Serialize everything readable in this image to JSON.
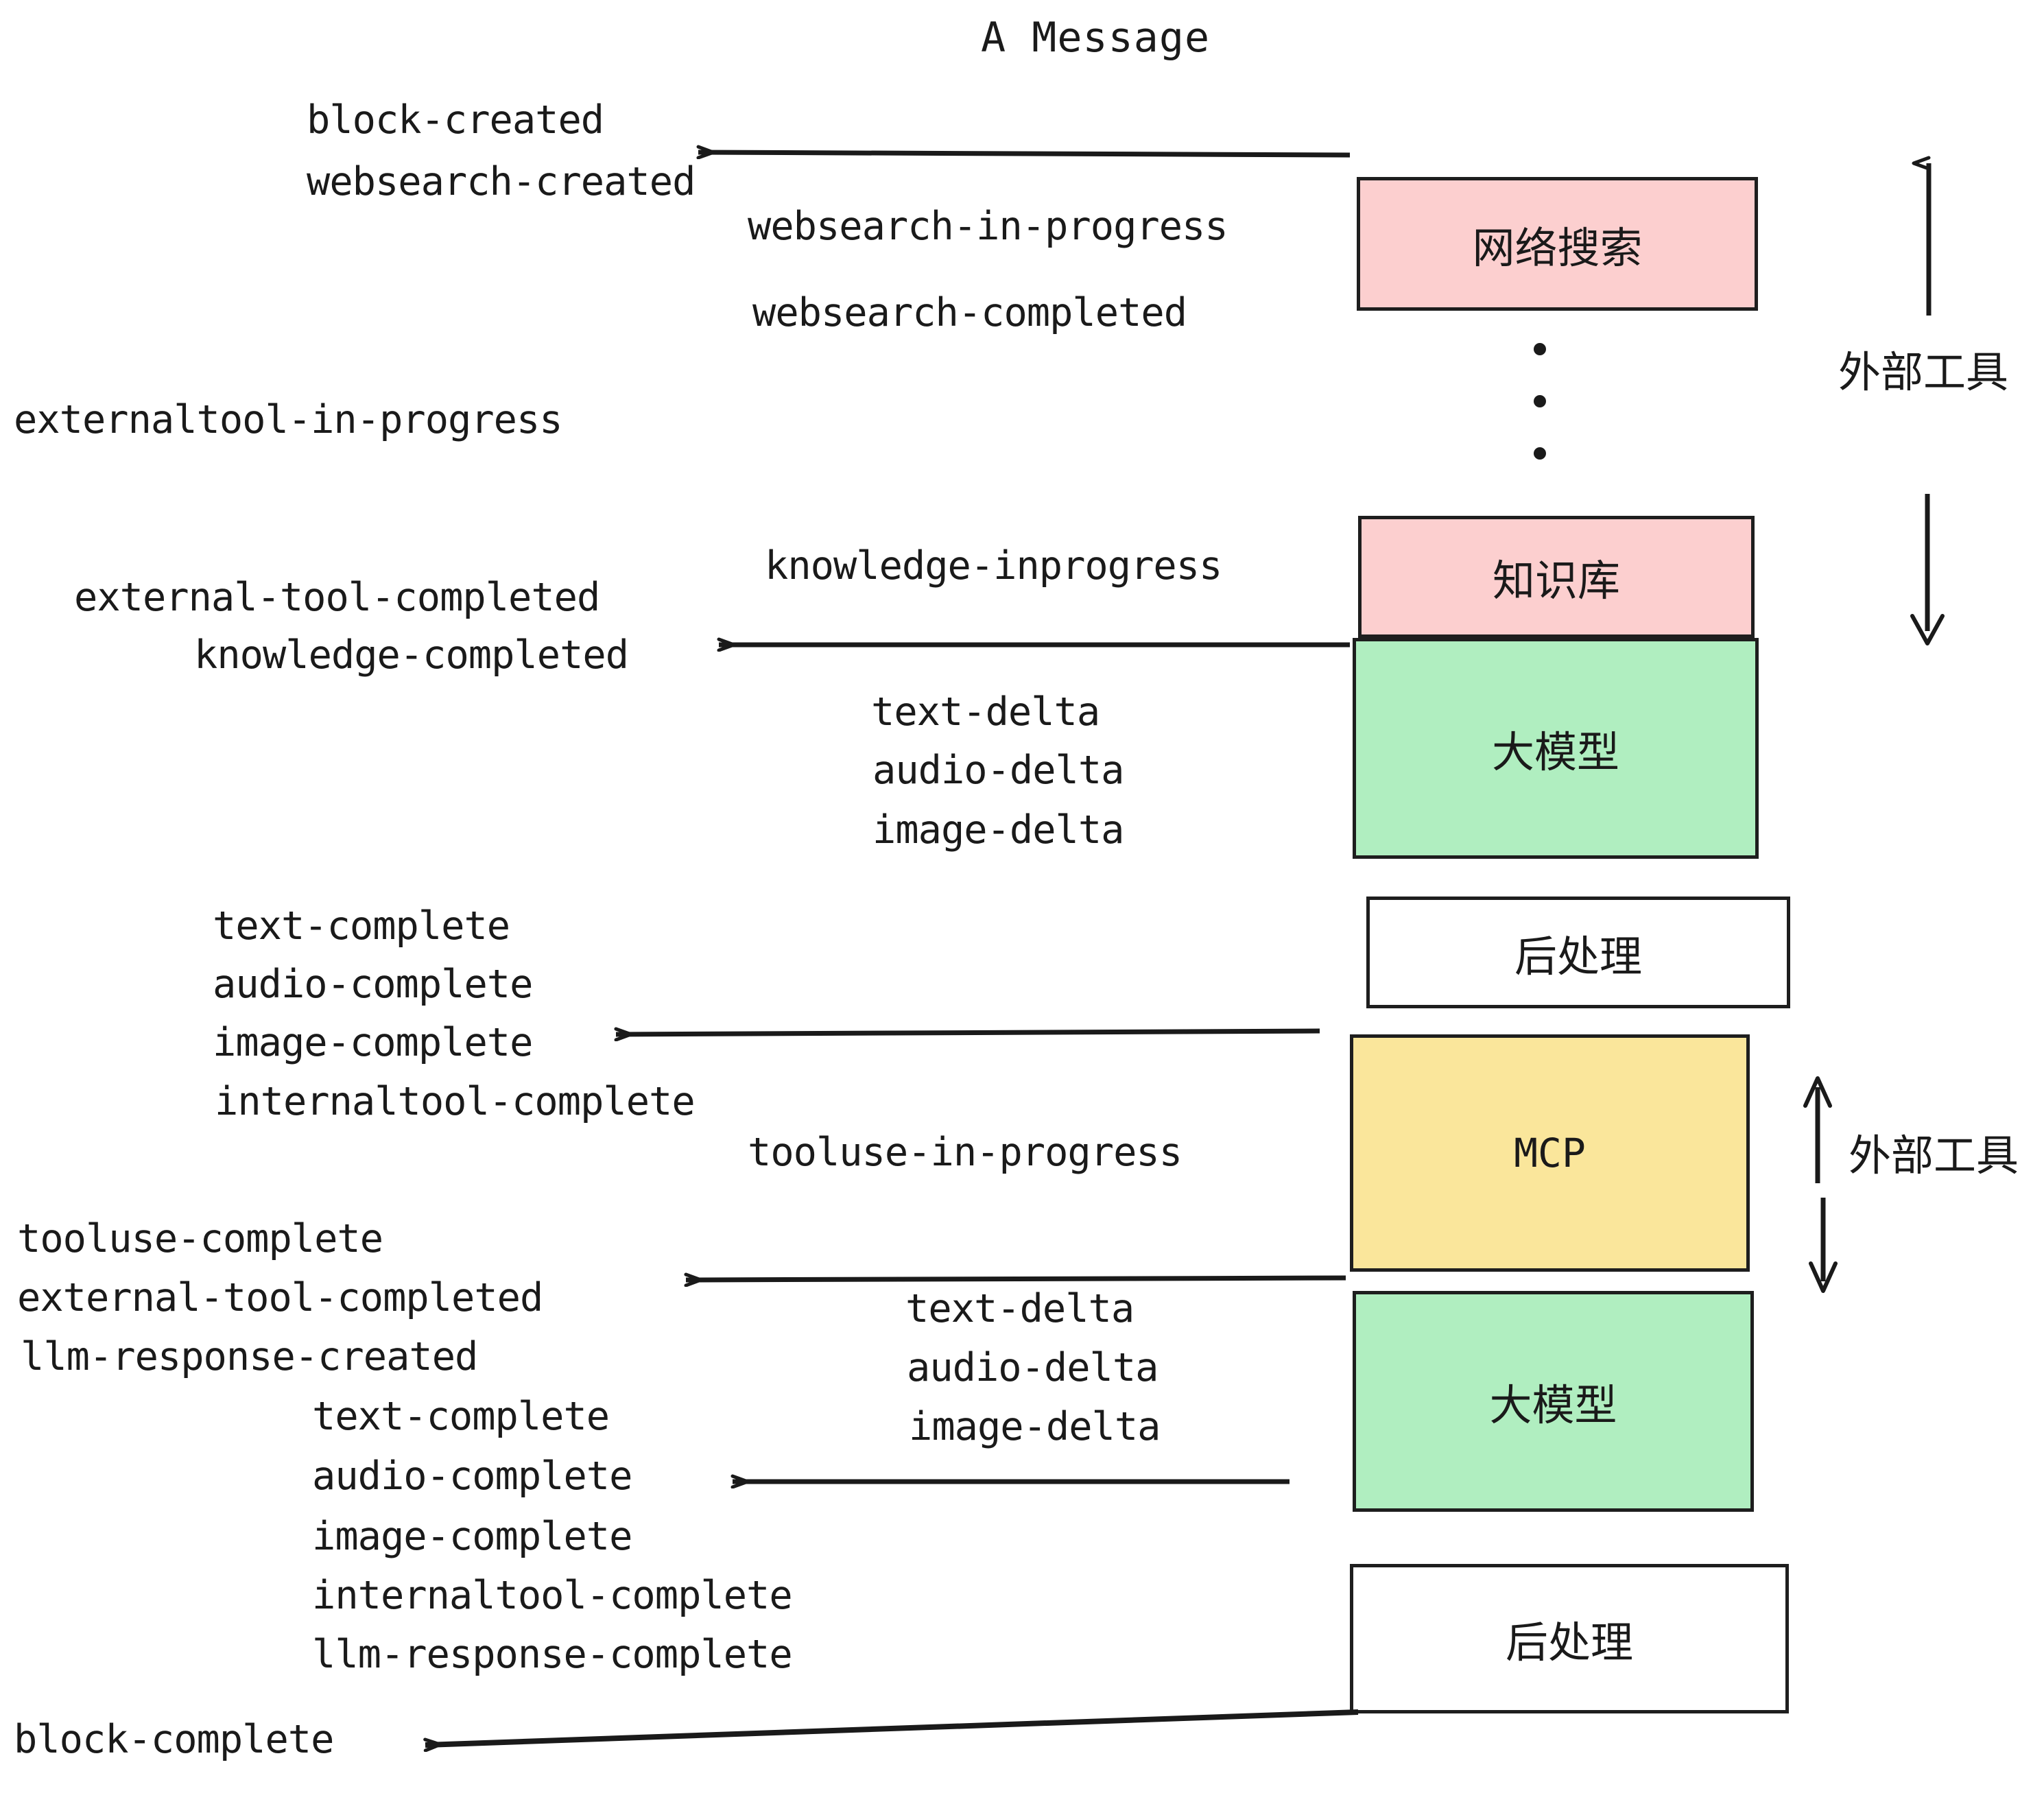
{
  "title": "A Message",
  "events": {
    "block_created": "block-created",
    "websearch_created": "websearch-created",
    "websearch_in_progress": "websearch-in-progress",
    "websearch_completed": "websearch-completed",
    "externaltool_in_progress": "externaltool-in-progress",
    "knowledge_inprogress": "knowledge-inprogress",
    "external_tool_completed_1": "external-tool-completed",
    "knowledge_completed": "knowledge-completed",
    "text_delta_1": "text-delta",
    "audio_delta_1": "audio-delta",
    "image_delta_1": "image-delta",
    "text_complete_1": "text-complete",
    "audio_complete_1": "audio-complete",
    "image_complete_1": "image-complete",
    "internaltool_complete_1": "internaltool-complete",
    "tooluse_in_progress": "tooluse-in-progress",
    "tooluse_complete": "tooluse-complete",
    "external_tool_completed_2": "external-tool-completed",
    "llm_response_created": "llm-response-created",
    "text_delta_2": "text-delta",
    "audio_delta_2": "audio-delta",
    "image_delta_2": "image-delta",
    "text_complete_2": "text-complete",
    "audio_complete_2": "audio-complete",
    "image_complete_2": "image-complete",
    "internaltool_complete_2": "internaltool-complete",
    "llm_response_complete": "llm-response-complete",
    "block_complete": "block-complete"
  },
  "nodes": {
    "websearch": "网络搜索",
    "knowledge": "知识库",
    "llm_1": "大模型",
    "postprocess_1": "后处理",
    "mcp": "MCP",
    "llm_2": "大模型",
    "postprocess_2": "后处理"
  },
  "annotations": {
    "external_tool_top": "外部工具",
    "external_tool_bottom": "外部工具"
  },
  "colors": {
    "pink": "#fccfcf",
    "green": "#b0eec0",
    "yellow": "#fae69b",
    "white": "#ffffff",
    "stroke": "#1e1e1e",
    "text": "#1a1a1a"
  }
}
